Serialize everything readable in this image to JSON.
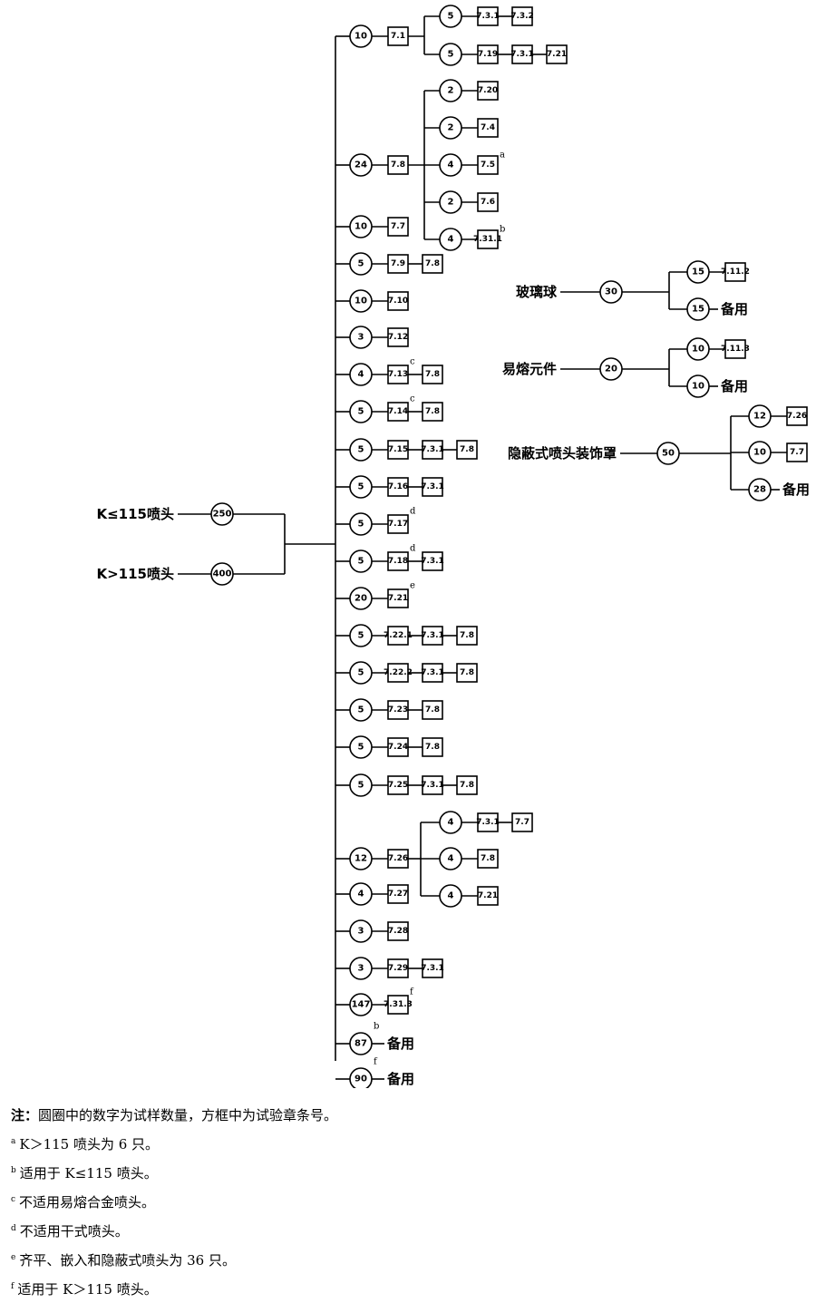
{
  "sources": [
    {
      "label": "K≤115喷头",
      "count": "250"
    },
    {
      "label": "K>115喷头",
      "count": "400"
    }
  ],
  "trunk": [
    {
      "count": "10",
      "chain": [
        "7.1"
      ],
      "sub": [
        {
          "count": "5",
          "chain": [
            "7.3.1",
            "7.3.2"
          ]
        },
        {
          "count": "5",
          "chain": [
            "7.19",
            "7.3.1",
            "7.21"
          ]
        }
      ]
    },
    {
      "count": "24",
      "chain": [
        "7.8"
      ],
      "sub": [
        {
          "count": "2",
          "chain": [
            "7.20"
          ]
        },
        {
          "count": "2",
          "chain": [
            "7.4"
          ]
        },
        {
          "count": "4",
          "chain": [
            "7.5"
          ],
          "mark": "a"
        },
        {
          "count": "2",
          "chain": [
            "7.6"
          ]
        },
        {
          "count": "4",
          "chain": [
            "7.31.1"
          ],
          "mark": "b"
        }
      ]
    },
    {
      "count": "10",
      "chain": [
        "7.7"
      ]
    },
    {
      "count": "5",
      "chain": [
        "7.9",
        "7.8"
      ]
    },
    {
      "count": "10",
      "chain": [
        "7.10"
      ]
    },
    {
      "count": "3",
      "chain": [
        "7.12"
      ]
    },
    {
      "count": "4",
      "chain": [
        "7.13",
        "7.8"
      ],
      "mark": "c"
    },
    {
      "count": "5",
      "chain": [
        "7.14",
        "7.8"
      ],
      "mark": "c"
    },
    {
      "count": "5",
      "chain": [
        "7.15",
        "7.3.1",
        "7.8"
      ]
    },
    {
      "count": "5",
      "chain": [
        "7.16",
        "7.3.1"
      ]
    },
    {
      "count": "5",
      "chain": [
        "7.17"
      ],
      "mark": "d"
    },
    {
      "count": "5",
      "chain": [
        "7.18",
        "7.3.1"
      ],
      "mark": "d"
    },
    {
      "count": "20",
      "chain": [
        "7.21"
      ],
      "mark": "e"
    },
    {
      "count": "5",
      "chain": [
        "7.22.1",
        "7.3.1",
        "7.8"
      ]
    },
    {
      "count": "5",
      "chain": [
        "7.22.2",
        "7.3.1",
        "7.8"
      ]
    },
    {
      "count": "5",
      "chain": [
        "7.23",
        "7.8"
      ]
    },
    {
      "count": "5",
      "chain": [
        "7.24",
        "7.8"
      ]
    },
    {
      "count": "5",
      "chain": [
        "7.25",
        "7.3.1",
        "7.8"
      ]
    },
    {
      "count": "12",
      "chain": [
        "7.26"
      ],
      "sub": [
        {
          "count": "4",
          "chain": [
            "7.3.1",
            "7.7"
          ]
        },
        {
          "count": "4",
          "chain": [
            "7.8"
          ]
        },
        {
          "count": "4",
          "chain": [
            "7.21"
          ]
        }
      ]
    },
    {
      "count": "4",
      "chain": [
        "7.27"
      ]
    },
    {
      "count": "3",
      "chain": [
        "7.28"
      ]
    },
    {
      "count": "3",
      "chain": [
        "7.29",
        "7.3.1"
      ]
    },
    {
      "count": "147",
      "chain": [
        "7.31.3"
      ],
      "mark": "f"
    },
    {
      "count": "87",
      "spare": "备用",
      "mark": "b"
    },
    {
      "count": "90",
      "spare": "备用",
      "mark": "f"
    }
  ],
  "groups": [
    {
      "label": "玻璃球",
      "count": "30",
      "branches": [
        {
          "count": "15",
          "box": "7.11.2"
        },
        {
          "count": "15",
          "spare": "备用"
        }
      ]
    },
    {
      "label": "易熔元件",
      "count": "20",
      "branches": [
        {
          "count": "10",
          "box": "7.11.3"
        },
        {
          "count": "10",
          "spare": "备用"
        }
      ]
    },
    {
      "label": "隐蔽式喷头装饰罩",
      "count": "50",
      "branches": [
        {
          "count": "12",
          "box": "7.26"
        },
        {
          "count": "10",
          "box": "7.7"
        },
        {
          "count": "28",
          "spare": "备用"
        }
      ]
    }
  ],
  "notes": {
    "head": "注：",
    "head_text": "圆圈中的数字为试样数量，方框中为试验章条号。",
    "items": [
      {
        "mark": "a",
        "text": "K＞115 喷头为 6 只。"
      },
      {
        "mark": "b",
        "text": "适用于 K≤115 喷头。"
      },
      {
        "mark": "c",
        "text": "不适用易熔合金喷头。"
      },
      {
        "mark": "d",
        "text": "不适用干式喷头。"
      },
      {
        "mark": "e",
        "text": "齐平、嵌入和隐蔽式喷头为 36 只。"
      },
      {
        "mark": "f",
        "text": "适用于 K＞115 喷头。"
      }
    ]
  }
}
